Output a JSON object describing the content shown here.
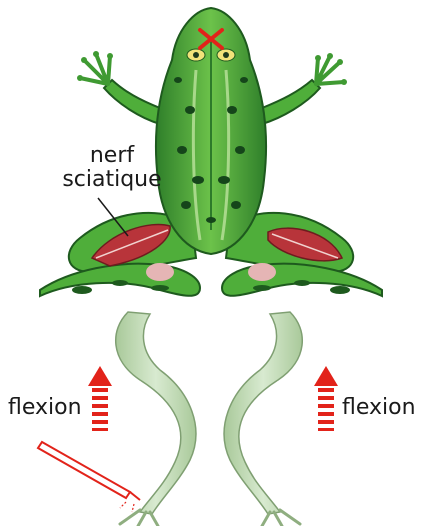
{
  "labels": {
    "nerve_line1": "nerf",
    "nerve_line2": "sciatique",
    "flexion_left": "flexion",
    "flexion_right": "flexion"
  },
  "colors": {
    "frog_green": "#4fae3a",
    "frog_dark": "#1e5a1e",
    "muscle_red": "#b8343a",
    "arrow_red": "#e2231a",
    "leg_pale": "#c6dcb4",
    "x_mark": "#e2231a"
  },
  "icons": {
    "stimulus": "electrode-probe-icon",
    "reflex": "upward-arrow-icon",
    "pithed": "x-mark-icon"
  }
}
